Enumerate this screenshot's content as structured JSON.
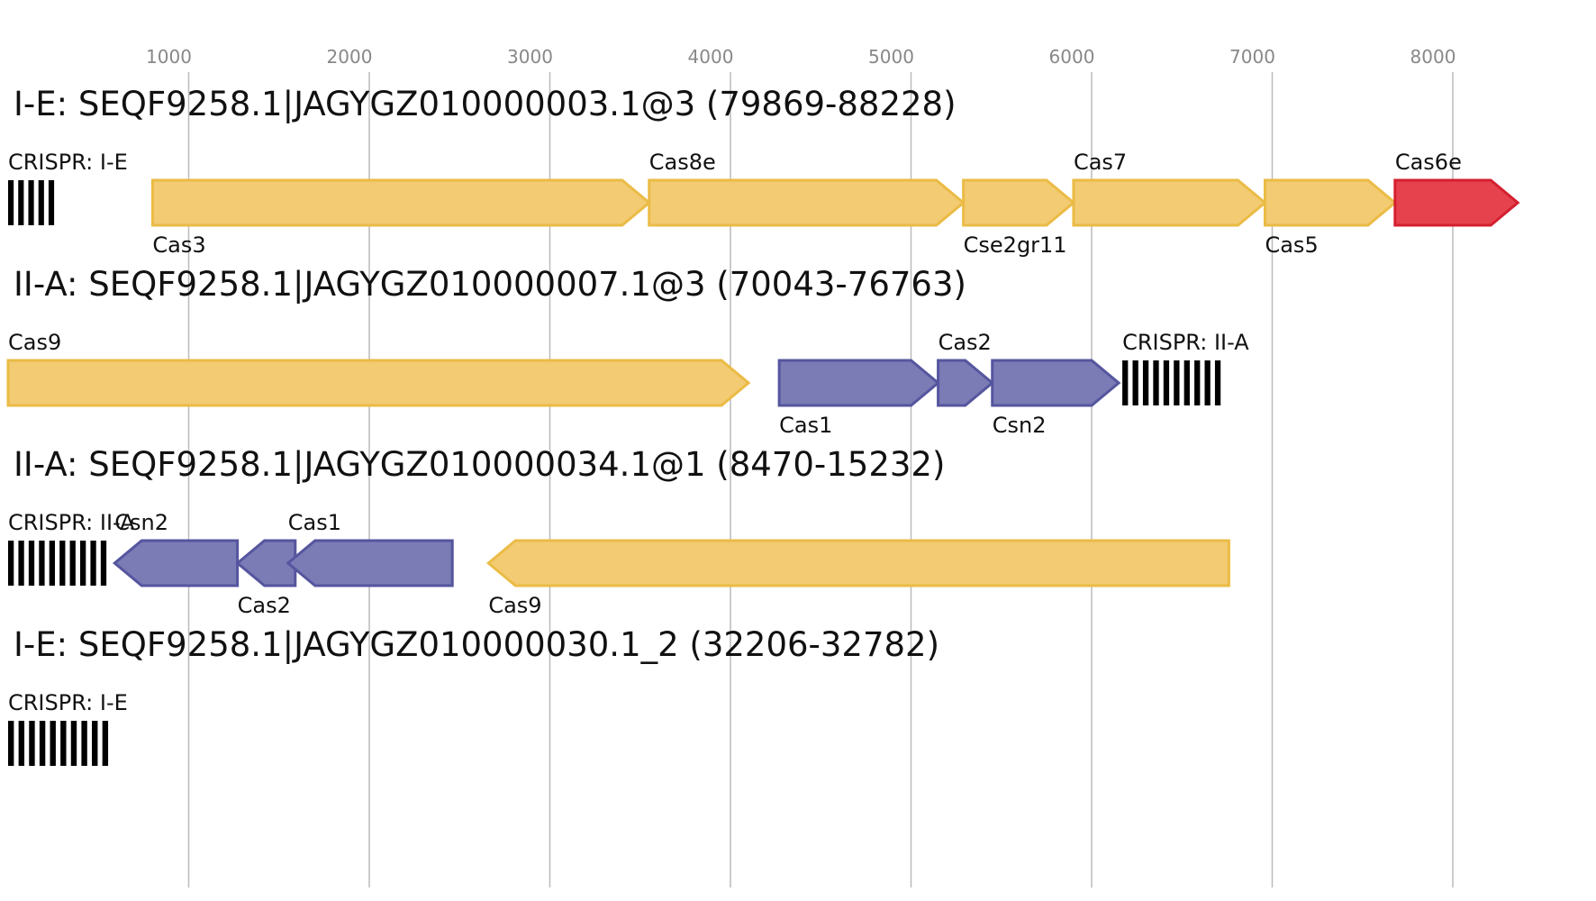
{
  "colors": {
    "grid": "#bbbbbb",
    "tick_text": "#888888",
    "orange_fill": "#f2cb73",
    "orange_stroke": "#ebbb45",
    "blue_fill": "#7b7bb5",
    "blue_stroke": "#55559f",
    "red_fill": "#e5424d",
    "red_stroke": "#d42030",
    "crispr": "#000000"
  },
  "axis": {
    "ticks": [
      {
        "value": 1000,
        "label": "1000"
      },
      {
        "value": 2000,
        "label": "2000"
      },
      {
        "value": 3000,
        "label": "3000"
      },
      {
        "value": 4000,
        "label": "4000"
      },
      {
        "value": 5000,
        "label": "5000"
      },
      {
        "value": 6000,
        "label": "6000"
      },
      {
        "value": 7000,
        "label": "7000"
      },
      {
        "value": 8000,
        "label": "8000"
      }
    ]
  },
  "loci": [
    {
      "title": "I-E: SEQF9258.1|JAGYGZ010000003.1@3 (79869-88228)",
      "features": [
        {
          "kind": "crispr",
          "label": "CRISPR: I-E",
          "start": 0,
          "end": 280,
          "repeats": 5
        },
        {
          "kind": "gene",
          "label": "Cas3",
          "start": 800,
          "end": 3550,
          "strand": "+",
          "color": "orange"
        },
        {
          "kind": "gene",
          "label": "Cas8e",
          "start": 3550,
          "end": 5290,
          "strand": "+",
          "color": "orange"
        },
        {
          "kind": "gene",
          "label": "Cse2gr11",
          "start": 5290,
          "end": 5900,
          "strand": "+",
          "color": "orange"
        },
        {
          "kind": "gene",
          "label": "Cas7",
          "start": 5900,
          "end": 6960,
          "strand": "+",
          "color": "orange"
        },
        {
          "kind": "gene",
          "label": "Cas5",
          "start": 6960,
          "end": 7680,
          "strand": "+",
          "color": "orange"
        },
        {
          "kind": "gene",
          "label": "Cas6e",
          "start": 7680,
          "end": 8360,
          "strand": "+",
          "color": "red"
        }
      ]
    },
    {
      "title": "II-A: SEQF9258.1|JAGYGZ010000007.1@3 (70043-76763)",
      "features": [
        {
          "kind": "gene",
          "label": "Cas9",
          "start": 0,
          "end": 4100,
          "strand": "+",
          "color": "orange"
        },
        {
          "kind": "gene",
          "label": "Cas1",
          "start": 4270,
          "end": 5150,
          "strand": "+",
          "color": "blue"
        },
        {
          "kind": "gene",
          "label": "Cas2",
          "start": 5150,
          "end": 5450,
          "strand": "+",
          "color": "blue"
        },
        {
          "kind": "gene",
          "label": "Csn2",
          "start": 5450,
          "end": 6150,
          "strand": "+",
          "color": "blue"
        },
        {
          "kind": "crispr",
          "label": "CRISPR: II-A",
          "start": 6170,
          "end": 6740,
          "repeats": 10
        }
      ]
    },
    {
      "title": "II-A: SEQF9258.1|JAGYGZ010000034.1@1 (8470-15232)",
      "features": [
        {
          "kind": "crispr",
          "label": "CRISPR: II-A",
          "start": 0,
          "end": 570,
          "repeats": 10
        },
        {
          "kind": "gene",
          "label": "Csn2",
          "start": 590,
          "end": 1270,
          "strand": "-",
          "color": "blue"
        },
        {
          "kind": "gene",
          "label": "Cas2",
          "start": 1270,
          "end": 1590,
          "strand": "-",
          "color": "blue"
        },
        {
          "kind": "gene",
          "label": "Cas1",
          "start": 1550,
          "end": 2460,
          "strand": "-",
          "color": "blue"
        },
        {
          "kind": "gene",
          "label": "Cas9",
          "start": 2660,
          "end": 6760,
          "strand": "-",
          "color": "orange"
        }
      ]
    },
    {
      "title": "I-E: SEQF9258.1|JAGYGZ010000030.1_2 (32206-32782)",
      "features": [
        {
          "kind": "crispr",
          "label": "CRISPR: I-E",
          "start": 0,
          "end": 580,
          "repeats": 10
        }
      ]
    }
  ]
}
